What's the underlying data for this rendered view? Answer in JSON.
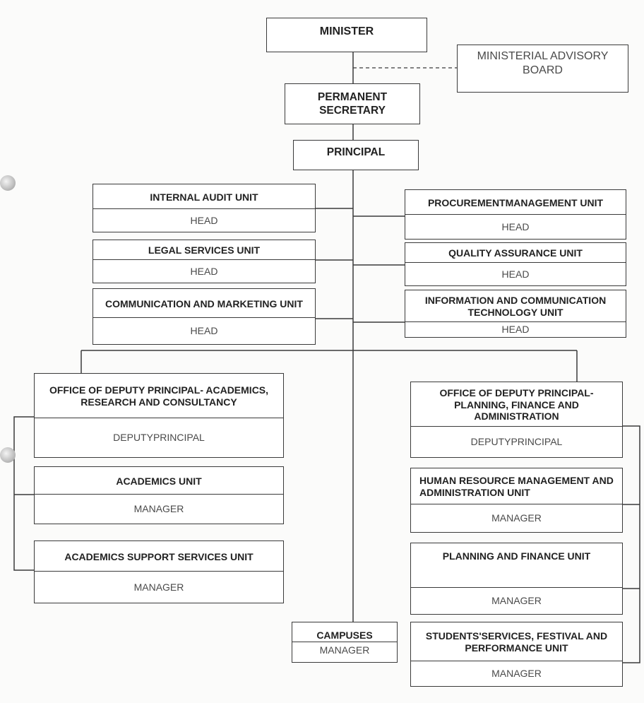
{
  "top": {
    "minister": "MINISTER",
    "advisory_board": "MINISTERIAL ADVISORY BOARD",
    "permanent_secretary": "PERMANENT SECRETARY",
    "principal": "PRINCIPAL"
  },
  "left_units": [
    {
      "name": "INTERNAL AUDIT UNIT",
      "role": "HEAD"
    },
    {
      "name": "LEGAL SERVICES UNIT",
      "role": "HEAD"
    },
    {
      "name": "COMMUNICATION AND MARKETING UNIT",
      "role": "HEAD"
    }
  ],
  "right_units": [
    {
      "name": "PROCUREMENTMANAGEMENT UNIT",
      "role": "HEAD"
    },
    {
      "name": "QUALITY ASSURANCE UNIT",
      "role": "HEAD"
    },
    {
      "name": "INFORMATION AND COMMUNICATION TECHNOLOGY UNIT",
      "role": "HEAD"
    }
  ],
  "deputy_left": {
    "office": "OFFICE OF DEPUTY PRINCIPAL- ACADEMICS, RESEARCH AND CONSULTANCY",
    "role": "DEPUTYPRINCIPAL",
    "units": [
      {
        "name": "ACADEMICS UNIT",
        "role": "MANAGER"
      },
      {
        "name": "ACADEMICS SUPPORT SERVICES UNIT",
        "role": "MANAGER"
      }
    ]
  },
  "deputy_right": {
    "office": "OFFICE OF DEPUTY PRINCIPAL- PLANNING, FINANCE AND ADMINISTRATION",
    "role": "DEPUTYPRINCIPAL",
    "units": [
      {
        "name": "HUMAN RESOURCE MANAGEMENT AND ADMINISTRATION UNIT",
        "role": "MANAGER"
      },
      {
        "name": "PLANNING AND FINANCE UNIT",
        "role": "MANAGER"
      },
      {
        "name": "STUDENTS'SERVICES, FESTIVAL AND PERFORMANCE UNIT",
        "role": "MANAGER"
      }
    ]
  },
  "campuses": {
    "name": "CAMPUSES",
    "role": "MANAGER"
  }
}
